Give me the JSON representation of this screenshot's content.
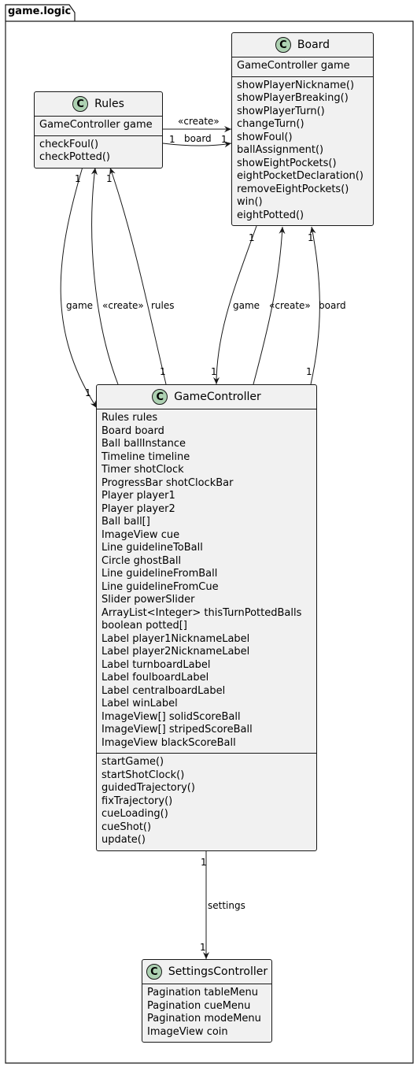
{
  "package": {
    "name": "game.logic"
  },
  "classes": {
    "rules": {
      "badge": "C",
      "name": "Rules",
      "fields": [
        "GameController game"
      ],
      "methods": [
        "checkFoul()",
        "checkPotted()"
      ]
    },
    "board": {
      "badge": "C",
      "name": "Board",
      "fields": [
        "GameController game"
      ],
      "methods": [
        "showPlayerNickname()",
        "showPlayerBreaking()",
        "showPlayerTurn()",
        "changeTurn()",
        "showFoul()",
        "ballAssignment()",
        "showEightPockets()",
        "eightPocketDeclaration()",
        "removeEightPockets()",
        "win()",
        "eightPotted()"
      ]
    },
    "gamecontroller": {
      "badge": "C",
      "name": "GameController",
      "fields": [
        "Rules rules",
        "Board board",
        "Ball ballInstance",
        "Timeline timeline",
        "Timer shotClock",
        "ProgressBar shotClockBar",
        "Player player1",
        "Player player2",
        "Ball ball[]",
        "ImageView cue",
        "Line guidelineToBall",
        "Circle ghostBall",
        "Line guidelineFromBall",
        "Line guidelineFromCue",
        "Slider powerSlider",
        "ArrayList<Integer> thisTurnPottedBalls",
        "boolean potted[]",
        "Label player1NicknameLabel",
        "Label player2NicknameLabel",
        "Label turnboardLabel",
        "Label foulboardLabel",
        "Label centralboardLabel",
        "Label winLabel",
        "ImageView[] solidScoreBall",
        "ImageView[] stripedScoreBall",
        "ImageView blackScoreBall"
      ],
      "methods": [
        "startGame()",
        "startShotClock()",
        "guidedTrajectory()",
        "fixTrajectory()",
        "cueLoading()",
        "cueShot()",
        "update()"
      ]
    },
    "settings": {
      "badge": "C",
      "name": "SettingsController",
      "fields": [
        "Pagination tableMenu",
        "Pagination cueMenu",
        "Pagination modeMenu",
        "ImageView coin"
      ]
    }
  },
  "relations": {
    "rules_board_create": {
      "label": "«create»"
    },
    "rules_board_board": {
      "label": "board",
      "mult_source": "1",
      "mult_target": "1"
    },
    "rules_gc_game": {
      "label": "game",
      "mult_source": "1",
      "mult_target": "1"
    },
    "gc_rules_create": {
      "label": "«create»"
    },
    "gc_rules_rules": {
      "label": "rules",
      "mult_source": "1",
      "mult_target": "1"
    },
    "board_gc_game": {
      "label": "game",
      "mult_source": "1",
      "mult_target": "1"
    },
    "gc_board_create": {
      "label": "«create»"
    },
    "gc_board_board": {
      "label": "board",
      "mult_source": "1",
      "mult_target": "1"
    },
    "gc_settings": {
      "label": "settings",
      "mult_source": "1",
      "mult_target": "1"
    }
  }
}
